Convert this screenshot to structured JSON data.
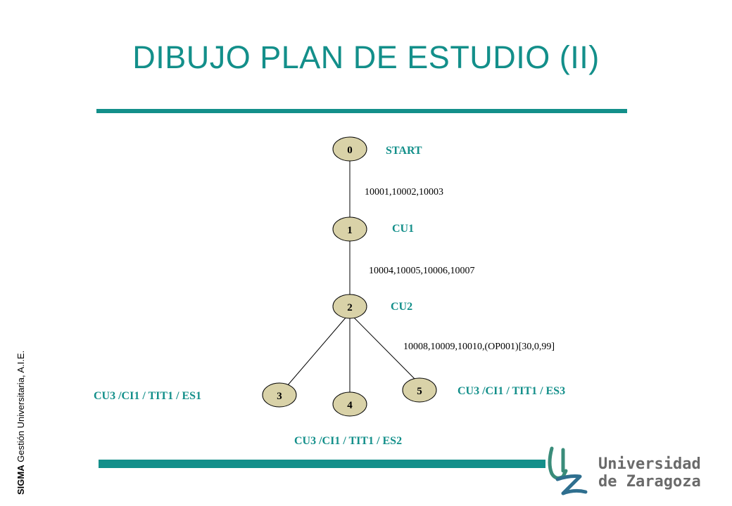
{
  "slide": {
    "title": "DIBUJO PLAN DE ESTUDIO (II)",
    "side_brand": "SIGMA",
    "side_text": " Gestión Universitaria, A.I.E."
  },
  "logo": {
    "line1": "Universidad",
    "line2": "de Zaragoza"
  },
  "diagram": {
    "nodes": [
      {
        "id": "0",
        "label": "0"
      },
      {
        "id": "1",
        "label": "1"
      },
      {
        "id": "2",
        "label": "2"
      },
      {
        "id": "3",
        "label": "3"
      },
      {
        "id": "4",
        "label": "4"
      },
      {
        "id": "5",
        "label": "5"
      }
    ],
    "edges": [
      {
        "from": "0",
        "to": "1",
        "label": "10001,10002,10003"
      },
      {
        "from": "1",
        "to": "2",
        "label": "10004,10005,10006,10007"
      },
      {
        "from": "2",
        "to": "3",
        "label": ""
      },
      {
        "from": "2",
        "to": "4",
        "label": ""
      },
      {
        "from": "2",
        "to": "5",
        "label": "10008,10009,10010,(OP001)[30,0,99]"
      }
    ],
    "state_labels": {
      "n0": "START",
      "n1": "CU1",
      "n2": "CU2",
      "n3": "CU3 /CI1 / TIT1 / ES1",
      "n4": "CU3 /CI1 / TIT1 / ES2",
      "n5": "CU3 /CI1 / TIT1 / ES3"
    },
    "colors": {
      "accent": "#138f8a",
      "node_fill": "#d9d2a8"
    }
  }
}
